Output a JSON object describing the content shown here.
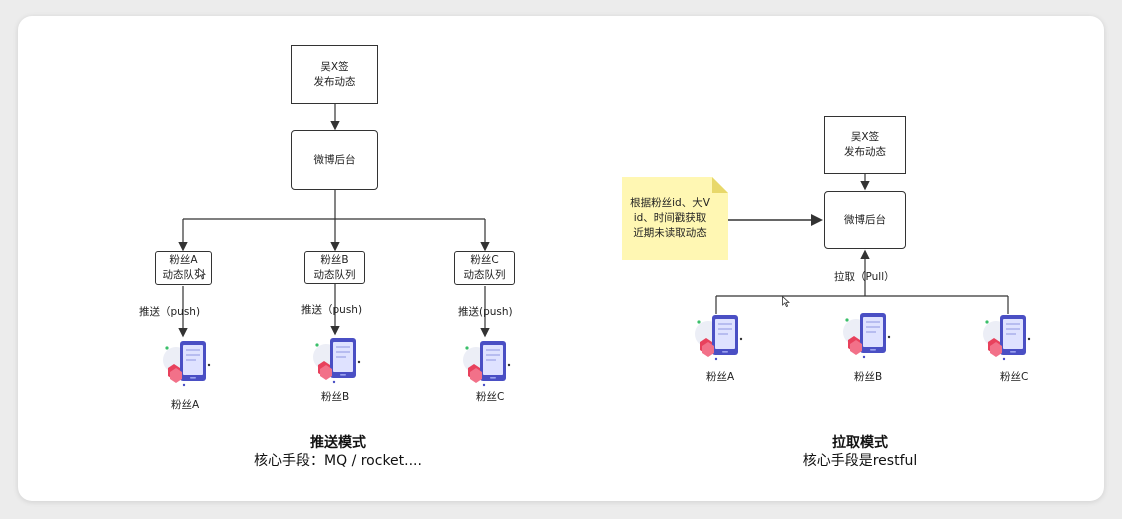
{
  "push": {
    "source": "吴X签\n发布动态",
    "backend": "微博后台",
    "queues": [
      "粉丝A\n动态队列",
      "粉丝B\n动态队列",
      "粉丝C\n动态队列"
    ],
    "edge_labels": [
      "推送（push)",
      "推送（push)",
      "推送(push)"
    ],
    "fans": [
      "粉丝A",
      "粉丝B",
      "粉丝C"
    ],
    "caption_title": "推送模式",
    "caption_sub": "核心手段：MQ / rocket...."
  },
  "pull": {
    "source": "吴X签\n发布动态",
    "backend": "微博后台",
    "note": "根据粉丝id、大V id、时间戳获取近期未读取动态",
    "pull_label": "拉取（Pull）",
    "fans": [
      "粉丝A",
      "粉丝B",
      "粉丝C"
    ],
    "caption_title": "拉取模式",
    "caption_sub": "核心手段是restful"
  },
  "colors": {
    "line": "#333333",
    "note_bg": "#fff7b3",
    "phone_body": "#4a4fc4",
    "phone_screen": "#dfe2ff",
    "accent": "#e8415c"
  },
  "icons": [
    "mobile-phone-icon",
    "mouse-cursor-icon"
  ]
}
